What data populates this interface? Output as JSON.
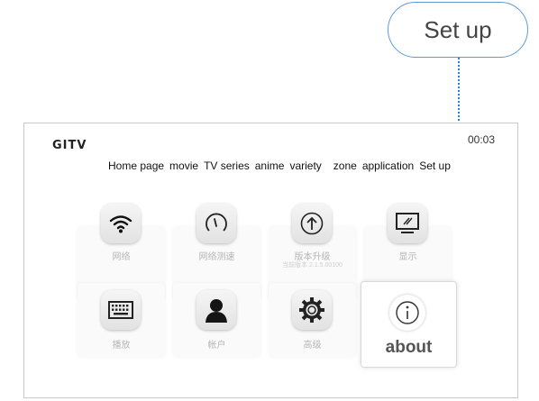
{
  "callout": {
    "label": "Set up"
  },
  "header": {
    "logo": "GITV",
    "time": "00:03"
  },
  "nav": [
    "Home page",
    "movie",
    "TV series",
    "anime",
    "variety",
    "zone",
    "application",
    "Set up"
  ],
  "tiles": [
    {
      "label": "网络",
      "sub": "",
      "icon": "wifi-icon"
    },
    {
      "label": "网络测速",
      "sub": "",
      "icon": "speedometer-icon"
    },
    {
      "label": "版本升级",
      "sub": "当前版本 2.1.5.00100",
      "icon": "upgrade-arrow-icon"
    },
    {
      "label": "显示",
      "sub": "",
      "icon": "display-icon"
    },
    {
      "label": "播放",
      "sub": "",
      "icon": "keyboard-icon"
    },
    {
      "label": "帐户",
      "sub": "",
      "icon": "user-icon"
    },
    {
      "label": "高级",
      "sub": "",
      "icon": "gear-icon"
    },
    {
      "label": "about",
      "sub": "",
      "icon": "info-icon"
    }
  ]
}
